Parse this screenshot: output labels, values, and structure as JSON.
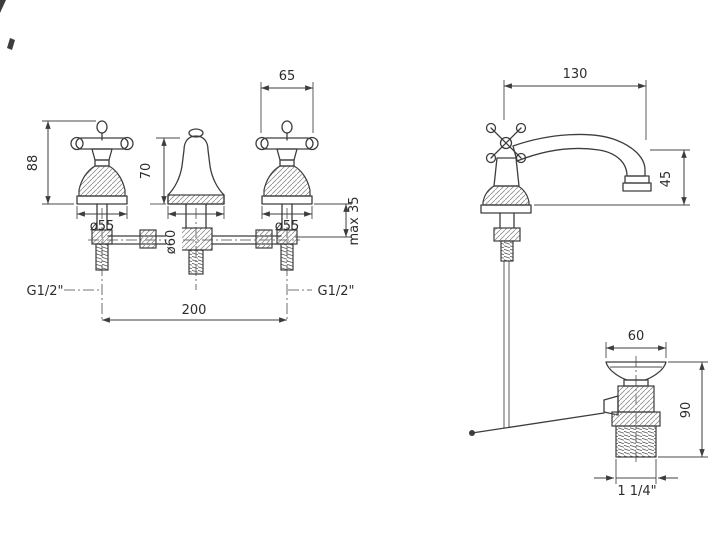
{
  "drawing": {
    "title": "basin-mixer-technical-drawing",
    "line_color": "#3d3d3d",
    "front": {
      "handle_width": "65",
      "overall_height": "88",
      "spout_height": "70",
      "left_escutcheon_diameter": "ø55",
      "spout_escutcheon_diameter": "ø60",
      "right_escutcheon_diameter": "ø55",
      "max_deck_thickness": "max 35",
      "thread_left": "G1/2\"",
      "thread_right": "G1/2\"",
      "hole_spacing": "200"
    },
    "side": {
      "overall_length": "130",
      "spout_height_above_deck": "45"
    },
    "waste": {
      "top_diameter": "60",
      "height": "90",
      "thread_size": "1 1/4\""
    }
  }
}
